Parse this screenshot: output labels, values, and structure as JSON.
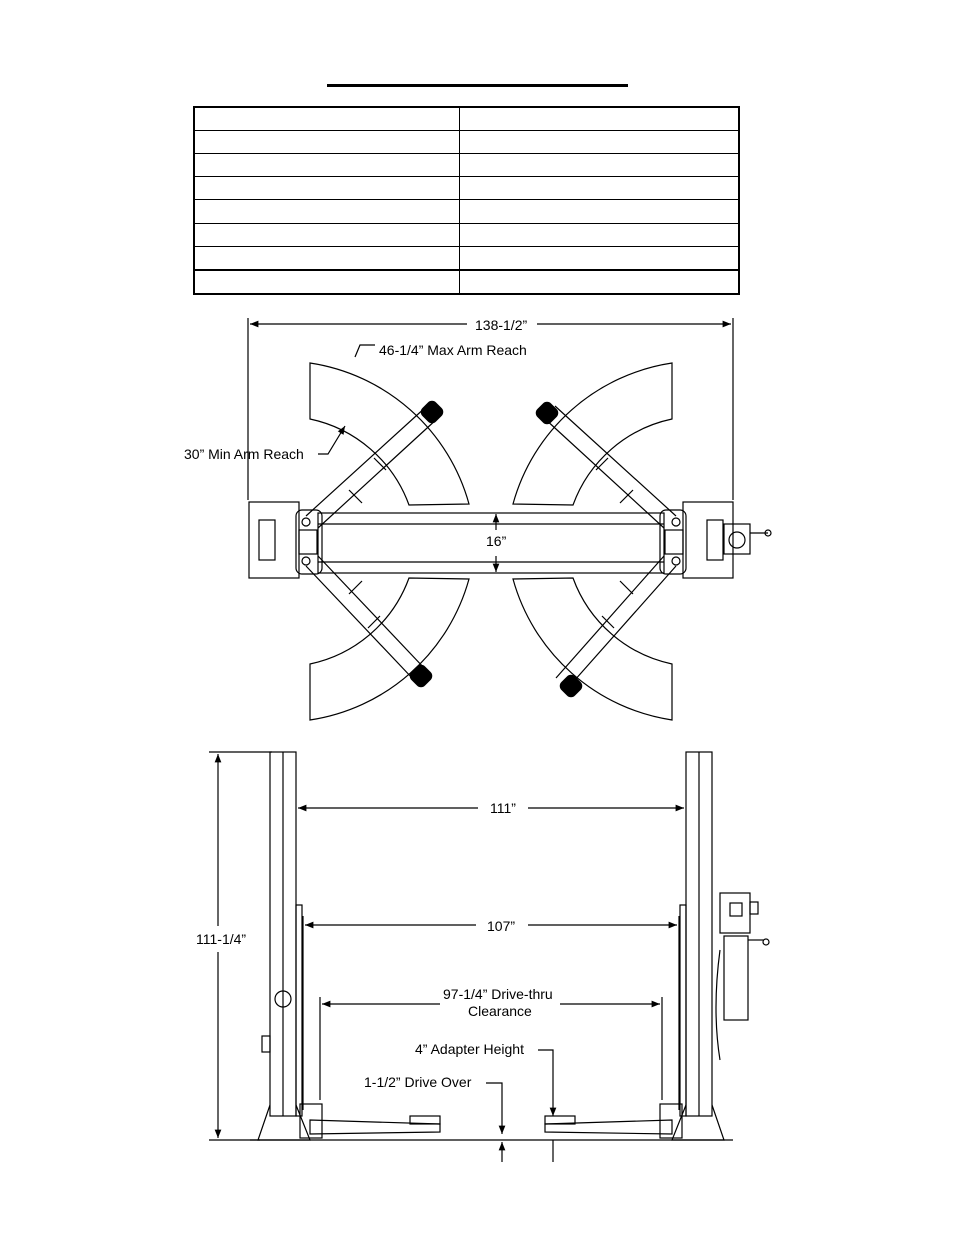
{
  "spec_table": {
    "rows": [
      [
        "",
        ""
      ],
      [
        "",
        ""
      ],
      [
        "",
        ""
      ],
      [
        "",
        ""
      ],
      [
        "",
        ""
      ],
      [
        "",
        ""
      ],
      [
        "",
        ""
      ],
      [
        "",
        ""
      ]
    ]
  },
  "top_view": {
    "overall_width": "138-1/2”",
    "max_arm_reach": "46-1/4” Max Arm Reach",
    "min_arm_reach": "30” Min Arm Reach",
    "gap": "16”"
  },
  "front_view": {
    "height": "111-1/4”",
    "outside_width": "111”",
    "inside_width": "107”",
    "drive_thru_line1": "97-1/4” Drive-thru",
    "drive_thru_line2": "Clearance",
    "adapter_height": "4” Adapter Height",
    "drive_over": "1-1/2” Drive Over"
  }
}
